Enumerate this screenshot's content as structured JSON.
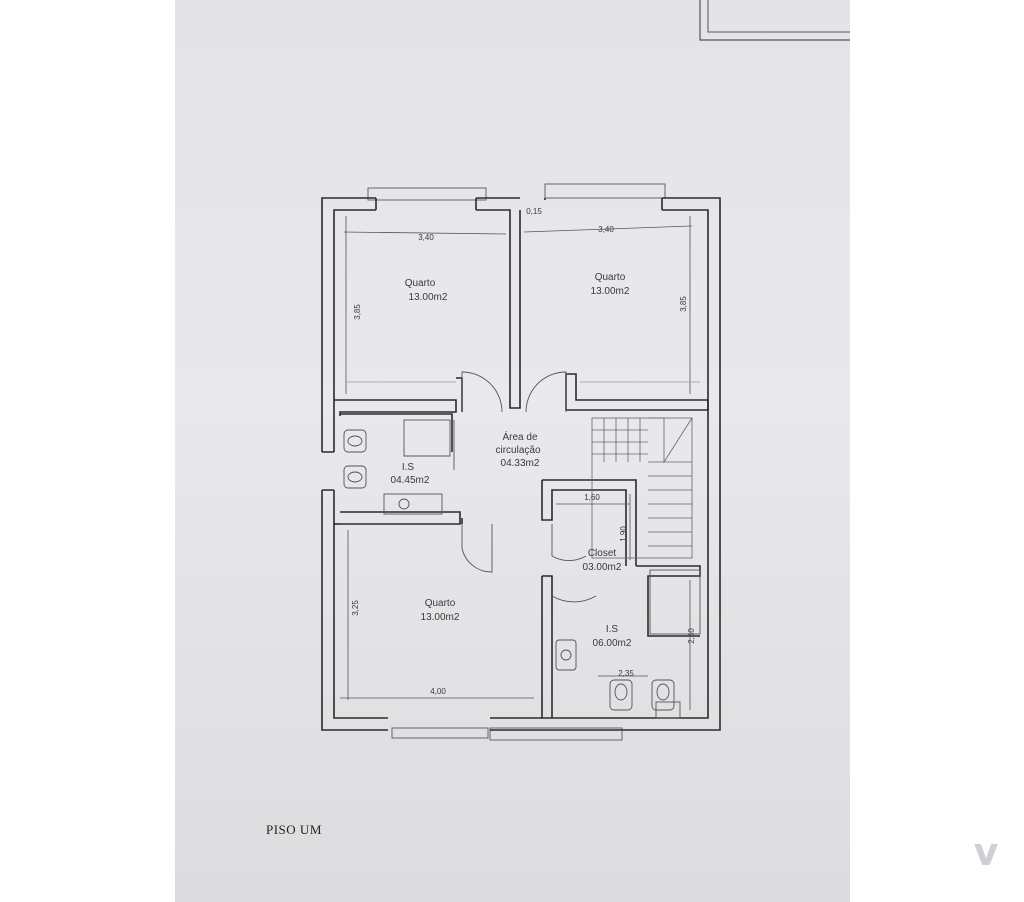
{
  "plan": {
    "floor_title": "PISO UM",
    "rooms": [
      {
        "id": "bedroom-top-left",
        "name": "Quarto",
        "area": "13.00m2"
      },
      {
        "id": "bedroom-top-right",
        "name": "Quarto",
        "area": "13.00m2"
      },
      {
        "id": "circulation",
        "name_line1": "Área de",
        "name_line2": "circulação",
        "area": "04.33m2"
      },
      {
        "id": "bathroom-left",
        "name": "I.S",
        "area": "04.45m2"
      },
      {
        "id": "closet",
        "name": "Closet",
        "area": "03.00m2"
      },
      {
        "id": "bedroom-bottom",
        "name": "Quarto",
        "area": "13.00m2"
      },
      {
        "id": "bathroom-right",
        "name": "I.S",
        "area": "06.00m2"
      }
    ],
    "dimensions": {
      "top_left_width": "3,40",
      "top_right_width": "3,40",
      "top_left_height": "3,85",
      "top_right_height": "3,85",
      "partition": "0,15",
      "closet_width": "1,60",
      "closet_height": "1,90",
      "bottom_height": "3,25",
      "bottom_width": "4,00",
      "bath_height": "2,50",
      "bath_width": "2,35"
    }
  },
  "watermark": {
    "letter": "v"
  },
  "colors": {
    "paper": "#e6e6ea",
    "walls": "#2b2b2b",
    "background": "#ffffff"
  }
}
